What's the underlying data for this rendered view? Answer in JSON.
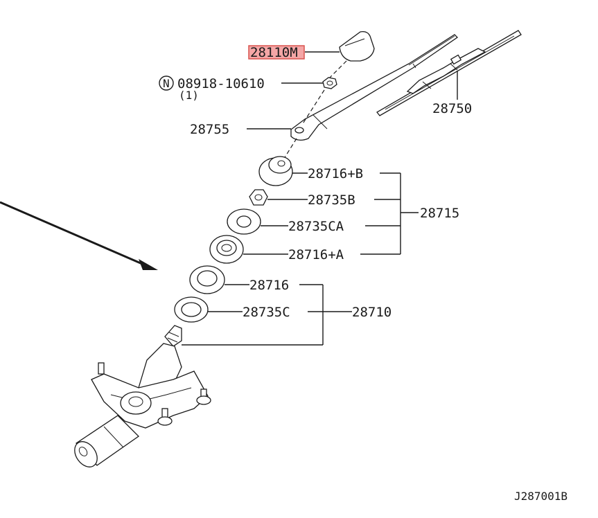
{
  "callouts": {
    "cap": "28110M",
    "nut_prefix": "N",
    "nut": "08918-10610",
    "nut_qty": "(1)",
    "arm": "28755",
    "blade": "28750",
    "seal_b": "28716+B",
    "bushing_b": "28735B",
    "washer_ca": "28735CA",
    "seal_a": "28716+A",
    "kit_upper": "28715",
    "seal": "28716",
    "washer_c": "28735C",
    "kit_lower": "28710"
  },
  "diagram_code": "J287001B",
  "colors": {
    "highlight_fill": "#f4a6a6",
    "highlight_border": "#d9534f",
    "ink": "#1a1a1a"
  }
}
